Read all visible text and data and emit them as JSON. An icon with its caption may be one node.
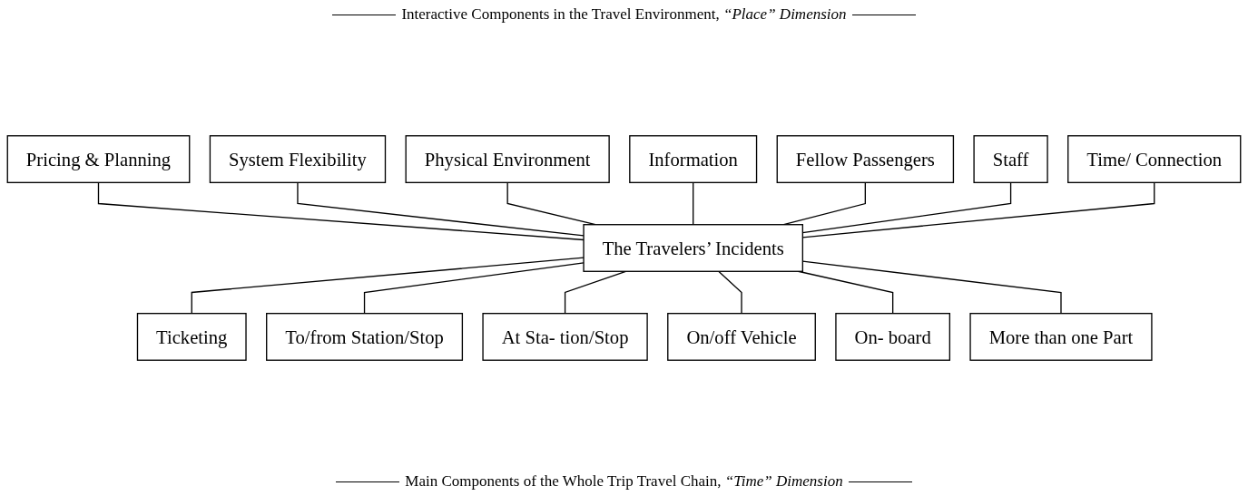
{
  "diagram": {
    "title": "Interactive Components in the Travel Environment, *“Place” Dimension*",
    "caption": "Main Components of the Whole Trip Travel Chain, *“Time” Dimension*",
    "nodes": [
      {
        "text": [
          "Pricing & Planning"
        ]
      },
      {
        "text": [
          "System Flexibility"
        ]
      },
      {
        "text": [
          "Physical Environment"
        ]
      },
      {
        "text": [
          "Information"
        ]
      },
      {
        "text": [
          "Fellow Passengers"
        ]
      },
      {
        "text": [
          "Staff"
        ]
      },
      {
        "text": [
          "Time/ Connection"
        ]
      },
      {
        "text": [
          "The Travelers’ Incidents"
        ]
      },
      {
        "text": [
          "Ticketing"
        ]
      },
      {
        "text": [
          "To/from Station/Stop"
        ]
      },
      {
        "text": [
          "At Sta- tion/Stop"
        ]
      },
      {
        "text": [
          "On/off Vehicle"
        ]
      },
      {
        "text": [
          "On- board"
        ]
      },
      {
        "text": [
          "More than one Part"
        ]
      }
    ],
    "edges": [
      {
        "from": 0,
        "to": 7,
        "arrow": "none"
      },
      {
        "from": 1,
        "to": 7,
        "arrow": "none"
      },
      {
        "from": 2,
        "to": 7,
        "arrow": "none"
      },
      {
        "from": 3,
        "to": 7,
        "arrow": "none"
      },
      {
        "from": 4,
        "to": 7,
        "arrow": "none"
      },
      {
        "from": 5,
        "to": 7,
        "arrow": "none"
      },
      {
        "from": 6,
        "to": 7,
        "arrow": "none"
      },
      {
        "from": 7,
        "to": 8,
        "arrow": "none"
      },
      {
        "from": 7,
        "to": 9,
        "arrow": "none"
      },
      {
        "from": 7,
        "to": 10,
        "arrow": "none"
      },
      {
        "from": 7,
        "to": 11,
        "arrow": "none"
      },
      {
        "from": 7,
        "to": 12,
        "arrow": "none"
      },
      {
        "from": 7,
        "to": 13,
        "arrow": "none"
      }
    ]
  }
}
